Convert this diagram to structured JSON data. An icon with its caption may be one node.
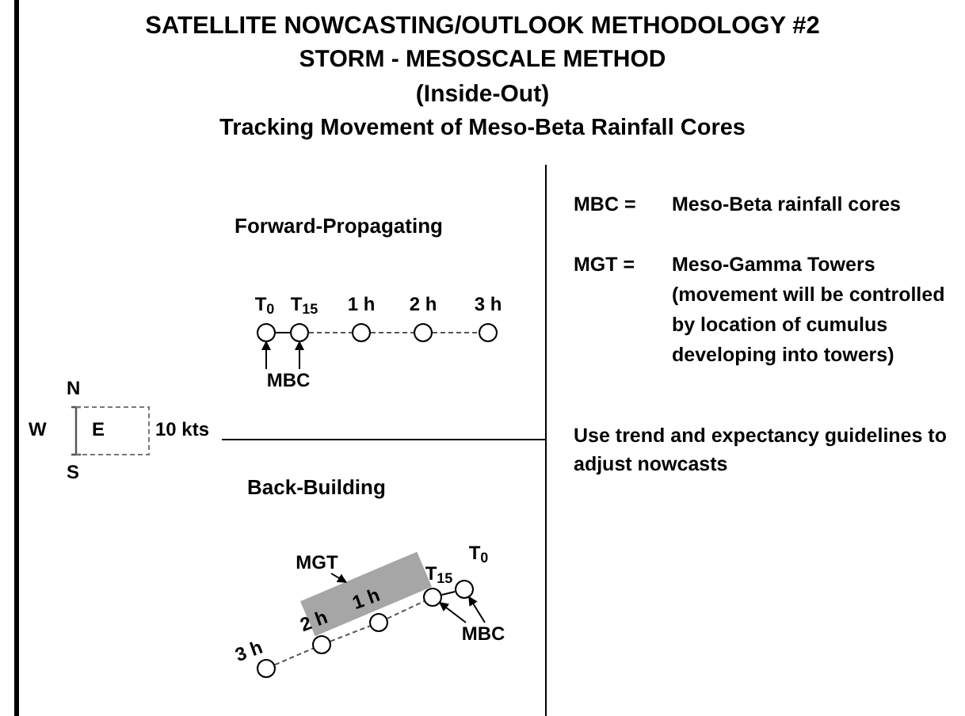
{
  "diagram": {
    "title": "SATELLITE NOWCASTING/OUTLOOK METHODOLOGY #2",
    "nodes": [
      {
        "text": [],
        "shape": "circle",
        "beside": [
          "T$_{0}$"
        ]
      },
      {
        "text": [],
        "shape": "circle",
        "beside": [
          "T$_{15}$"
        ]
      },
      {
        "text": [],
        "shape": "circle",
        "beside": [
          "1 h"
        ]
      },
      {
        "text": [],
        "shape": "circle",
        "beside": [
          "2 h"
        ]
      },
      {
        "text": [],
        "shape": "circle",
        "beside": [
          "3 h"
        ]
      },
      {
        "text": [
          "MBC"
        ]
      },
      {
        "text": [],
        "shape": "circle",
        "beside": [
          "3 h"
        ]
      },
      {
        "text": [],
        "shape": "circle",
        "beside": [
          "2 h"
        ]
      },
      {
        "text": [],
        "shape": "circle",
        "beside": [
          "1 h"
        ]
      },
      {
        "text": [],
        "shape": "circle",
        "beside": [
          "T$_{15}$"
        ]
      },
      {
        "text": [],
        "shape": "circle",
        "beside": [
          "T$_{0}$"
        ]
      },
      {
        "text": [],
        "shape": "box"
      },
      {
        "text": [
          "MGT"
        ]
      },
      {
        "text": [
          "MBC"
        ]
      }
    ],
    "edges": [
      {
        "from": 0,
        "to": 1,
        "arrow": "none"
      },
      {
        "from": 1,
        "to": 2,
        "arrow": "none",
        "style": "dashed"
      },
      {
        "from": 2,
        "to": 3,
        "arrow": "none",
        "style": "dashed"
      },
      {
        "from": 3,
        "to": 4,
        "arrow": "none",
        "style": "dashed"
      },
      {
        "from": 5,
        "to": 0,
        "arrow": "to"
      },
      {
        "from": 5,
        "to": 1,
        "arrow": "to"
      },
      {
        "from": 6,
        "to": 7,
        "arrow": "none",
        "style": "dashed"
      },
      {
        "from": 7,
        "to": 8,
        "arrow": "none",
        "style": "dashed"
      },
      {
        "from": 8,
        "to": 9,
        "arrow": "none",
        "style": "dashed"
      },
      {
        "from": 9,
        "to": 10,
        "arrow": "none"
      },
      {
        "from": 12,
        "to": 11,
        "arrow": "to"
      },
      {
        "from": 13,
        "to": 9,
        "arrow": "to"
      },
      {
        "from": 13,
        "to": 10,
        "arrow": "to"
      }
    ],
    "labels": [
      "STORM - MESOSCALE METHOD",
      "(Inside-Out)",
      "Tracking Movement of Meso-Beta Rainfall Cores",
      "Forward-Propagating",
      "Back-Building",
      "N",
      "W",
      "E",
      "S",
      "10 kts",
      "MBC =",
      "Meso-Beta rainfall cores",
      "MGT =",
      "Meso-Gamma Towers (movement will be controlled by location of cumulus developing into towers)",
      "Use trend and expectancy guidelines to  adjust nowcasts"
    ]
  }
}
